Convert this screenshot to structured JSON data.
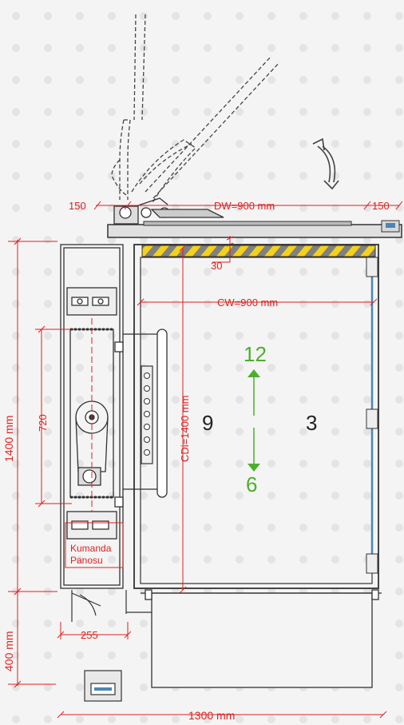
{
  "dimensions": {
    "door_left_clear": "150",
    "door_width": "DW=900 mm",
    "door_right_clear": "150",
    "sill_gap": "30",
    "cabin_width": "CW=900 mm",
    "cabin_depth": "CDi=1400 mm",
    "shaft_depth": "1400 mm",
    "machine_span": "720",
    "pit_extra": "400 mm",
    "panel_width": "255",
    "total_width": "1300 mm"
  },
  "cabin": {
    "left_number": "9",
    "right_number": "3",
    "up_value": "12",
    "down_value": "6"
  },
  "control_panel": {
    "line1": "Kumanda",
    "line2": "Panosu"
  },
  "colors": {
    "dimension": "#e02020",
    "arrow": "#4caf2a",
    "hazard_yellow": "#f2d21b",
    "hazard_gray": "#808080",
    "line": "#333333",
    "glass": "#4b86b4"
  }
}
